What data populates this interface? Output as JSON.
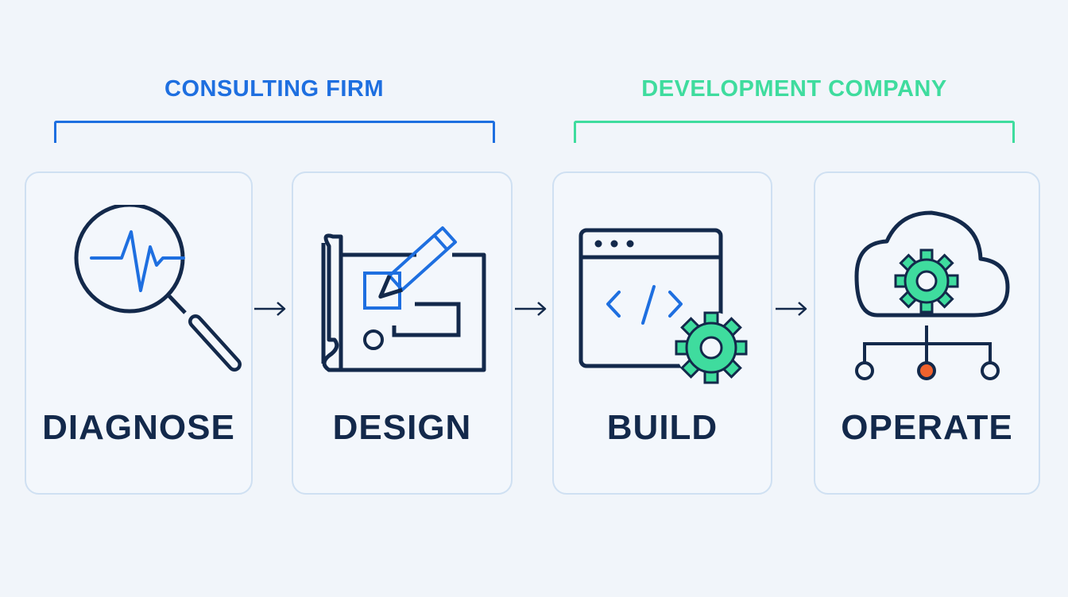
{
  "groups": [
    {
      "label": "CONSULTING FIRM",
      "color": "#1e6fe0"
    },
    {
      "label": "DEVELOPMENT COMPANY",
      "color": "#3fdc9e"
    }
  ],
  "steps": [
    {
      "title": "DIAGNOSE",
      "icon": "magnifier-pulse-icon"
    },
    {
      "title": "DESIGN",
      "icon": "blueprint-pencil-icon"
    },
    {
      "title": "BUILD",
      "icon": "code-window-gear-icon"
    },
    {
      "title": "OPERATE",
      "icon": "cloud-gear-network-icon"
    }
  ],
  "colors": {
    "navy": "#13294b",
    "blue": "#1e6fe0",
    "green": "#3fdc9e",
    "orange": "#f0622d",
    "card_border": "#cfe0f2",
    "background": "#f1f5fa"
  }
}
